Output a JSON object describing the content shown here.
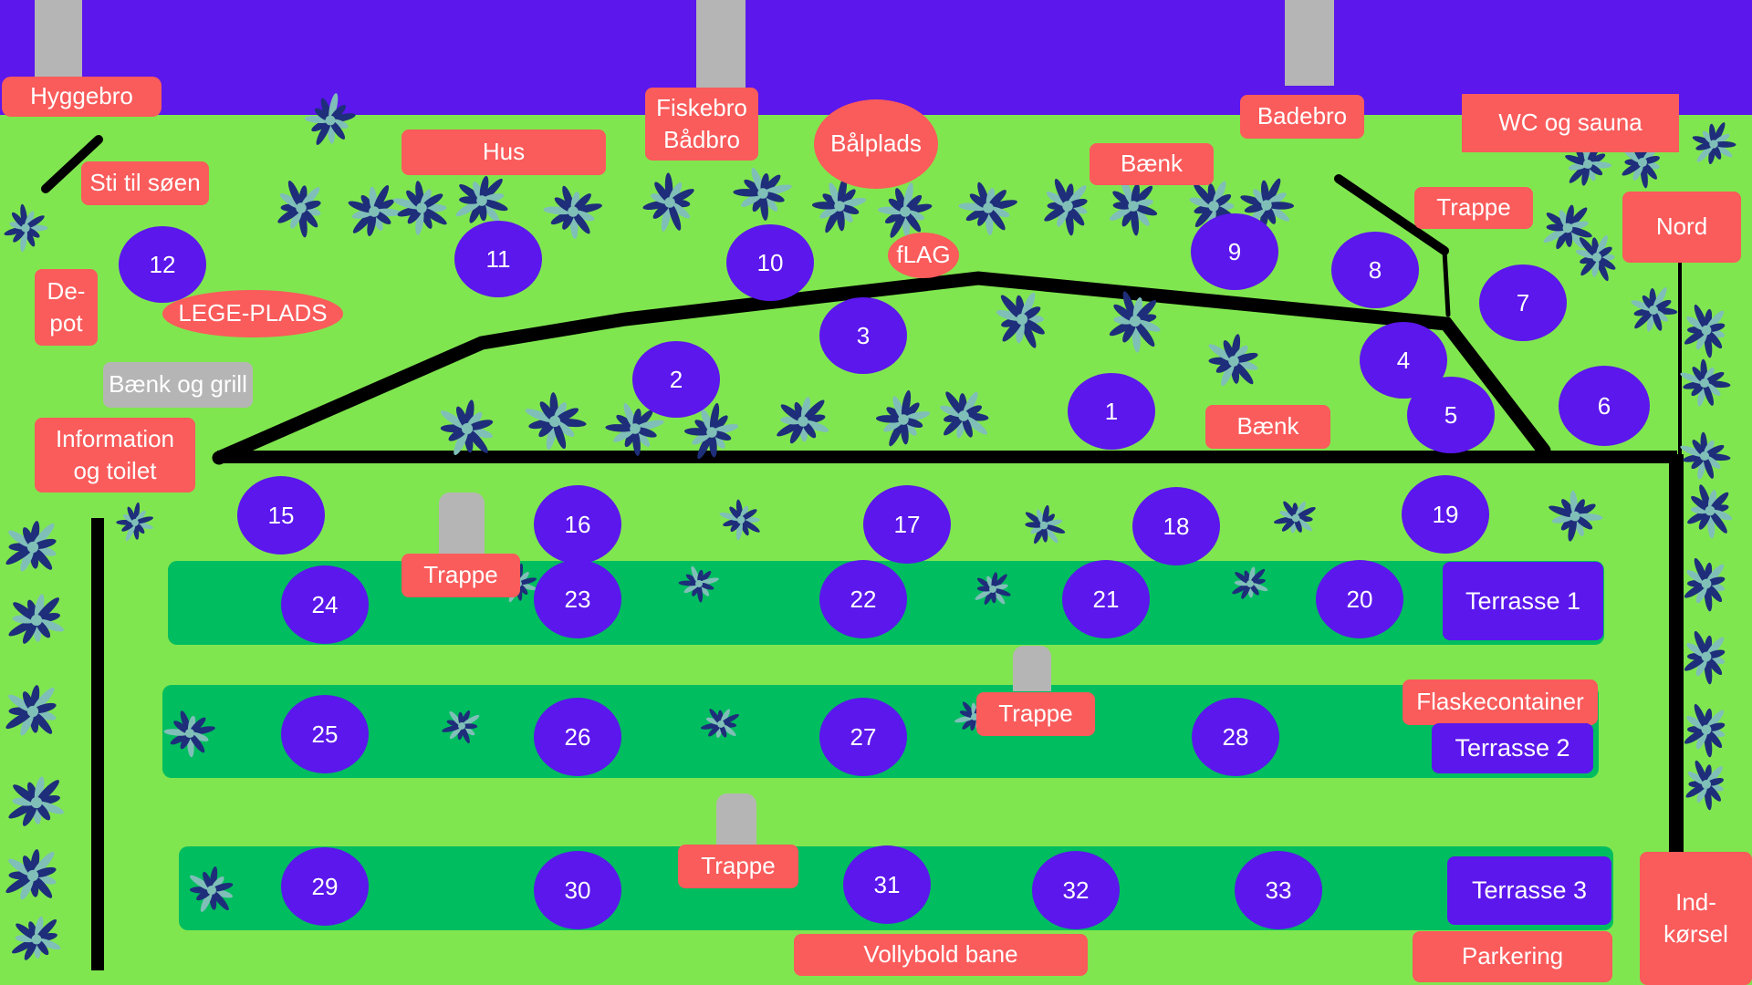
{
  "colors": {
    "grass": "#80e64f",
    "lake": "#5b17ec",
    "plot": "#5b17ec",
    "label": "#fa5b5b",
    "row_band": "#00bd5f",
    "dock": "#b5b5b5",
    "road": "#000000",
    "plant_dark": "#1e2e7a",
    "plant_light": "#7fbfb8"
  },
  "icons": {
    "plant": "plant-icon"
  },
  "labels": {
    "hyggebro": "Hyggebro",
    "fiskebro": "Fiskebro\nBådbro",
    "badebro": "Badebro",
    "wc_sauna": "WC og sauna",
    "hus": "Hus",
    "baalplads": "Bålplads",
    "baenk_top": "Bænk",
    "sti": "Sti til søen",
    "trappe_top": "Trappe",
    "nord": "Nord",
    "flag": "fLAG",
    "depot": "De-\npot",
    "legeplads": "LEGE-PLADS",
    "baenk_grill": "Bænk og grill",
    "info": "Information\nog toilet",
    "baenk_mid": "Bænk",
    "trappe_row1": "Trappe",
    "trappe_row2": "Trappe",
    "flaskecontainer": "Flaskecontainer",
    "trappe_row3": "Trappe",
    "vollybold": "Vollybold bane",
    "parkering": "Parkering",
    "indkoersel": "Ind-\nkørsel"
  },
  "plots": {
    "p1": "1",
    "p2": "2",
    "p3": "3",
    "p4": "4",
    "p5": "5",
    "p6": "6",
    "p7": "7",
    "p8": "8",
    "p9": "9",
    "p10": "10",
    "p11": "11",
    "p12": "12",
    "p15": "15",
    "p16": "16",
    "p17": "17",
    "p18": "18",
    "p19": "19",
    "p20": "20",
    "p21": "21",
    "p22": "22",
    "p23": "23",
    "p24": "24",
    "p25": "25",
    "p26": "26",
    "p27": "27",
    "p28": "28",
    "p29": "29",
    "p30": "30",
    "p31": "31",
    "p32": "32",
    "p33": "33"
  },
  "terraces": {
    "t1": "Terrasse 1",
    "t2": "Terrasse 2",
    "t3": "Terrasse 3"
  }
}
